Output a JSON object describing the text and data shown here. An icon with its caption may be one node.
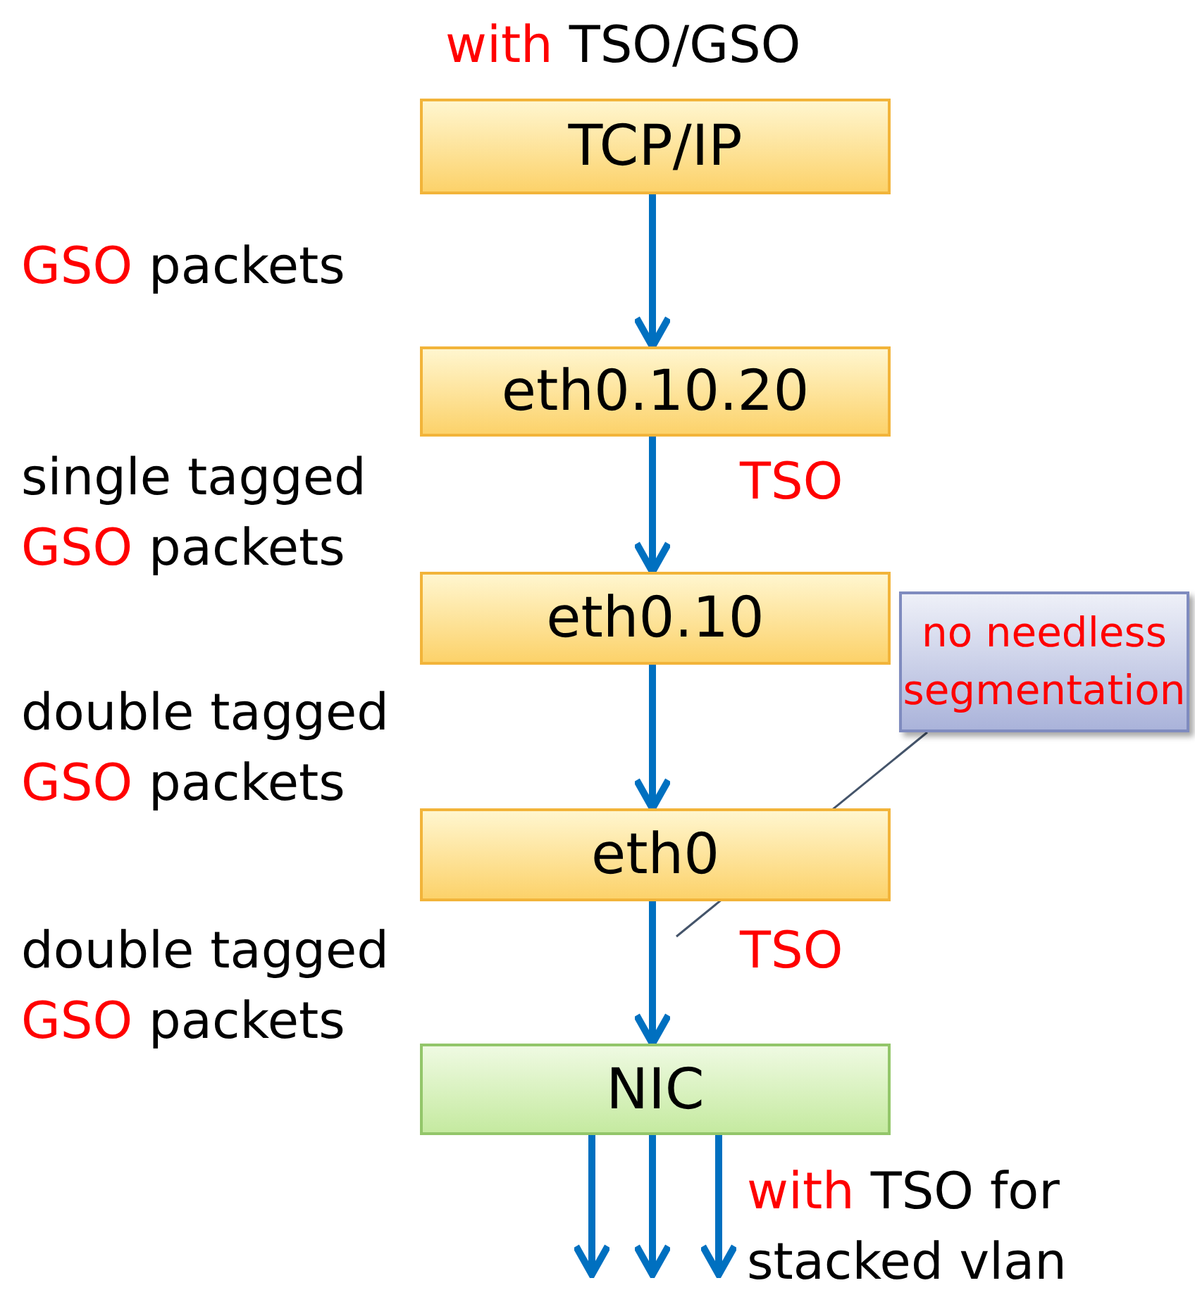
{
  "diagram": {
    "nodes": [
      {
        "text": [
          "TCP/IP"
        ]
      },
      {
        "text": [
          "eth0.10.20"
        ]
      },
      {
        "text": [
          "eth0.10"
        ]
      },
      {
        "text": [
          "eth0"
        ]
      },
      {
        "text": [
          "NIC"
        ]
      },
      {
        "text": [
          "no needless segmentation"
        ]
      }
    ],
    "edges": [
      {
        "from": 0,
        "to": 1,
        "arrow": "to"
      },
      {
        "from": 1,
        "to": 2,
        "arrow": "to"
      },
      {
        "from": 2,
        "to": 3,
        "arrow": "to"
      },
      {
        "from": 3,
        "to": 4,
        "arrow": "to"
      },
      {
        "from": 4,
        "to": null,
        "arrow": "to"
      },
      {
        "from": 4,
        "to": null,
        "arrow": "to"
      },
      {
        "from": 4,
        "to": null,
        "arrow": "to"
      },
      {
        "from": 5,
        "to": null,
        "arrow": "none"
      }
    ],
    "labels": [
      "with TSO/GSO",
      "GSO packets",
      "single tagged GSO packets",
      "TSO",
      "double tagged GSO packets",
      "double tagged GSO packets",
      "TSO",
      "with TSO for stacked vlan"
    ]
  }
}
